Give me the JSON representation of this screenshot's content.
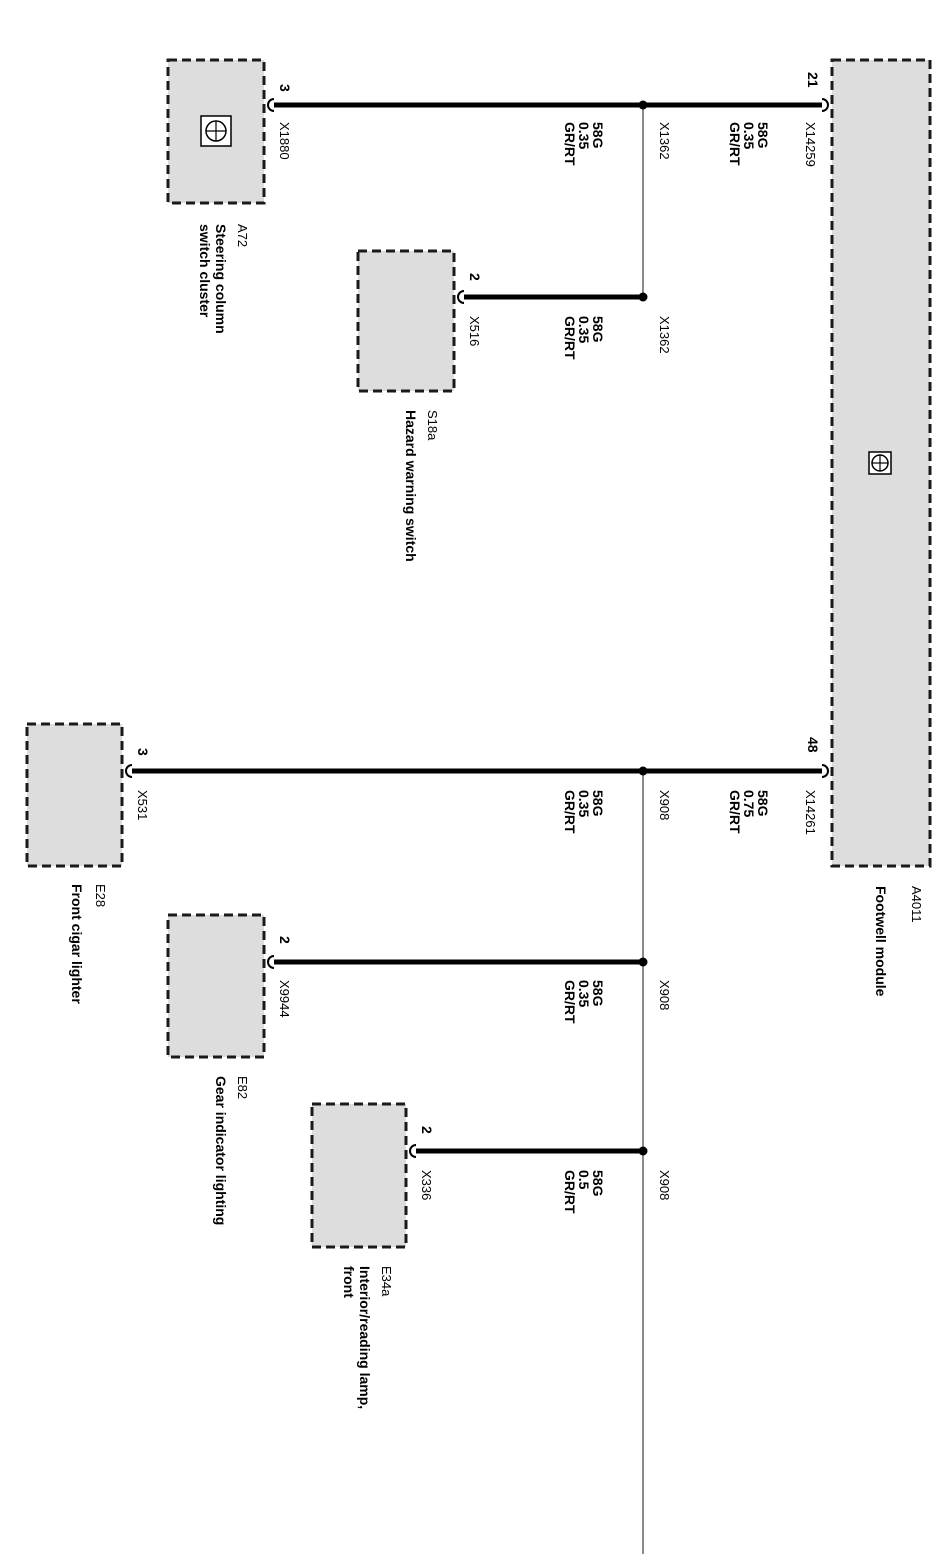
{
  "footwell_module": {
    "id": "A4011",
    "name": "Footwell module"
  },
  "components": {
    "a72": {
      "id": "A72",
      "name_line1": "Steering column",
      "name_line2": "switch cluster",
      "connector": "X1880",
      "pin": "3"
    },
    "s18a": {
      "id": "S18a",
      "name": "Hazard warning switch",
      "connector": "X516",
      "pin": "2"
    },
    "e28": {
      "id": "E28",
      "name": "Front cigar lighter",
      "connector": "X531",
      "pin": "3"
    },
    "e82": {
      "id": "E82",
      "name": "Gear indicator lighting",
      "connector": "X9944",
      "pin": "2"
    },
    "e34a": {
      "id": "E34a",
      "name_line1": "Interior/reading lamp,",
      "name_line2": "front",
      "connector": "X336",
      "pin": "2"
    }
  },
  "module_pins": {
    "p21": {
      "pin": "21",
      "connector": "X14259",
      "signal": "58G",
      "size": "0.35",
      "color": "GR/RT"
    },
    "p48": {
      "pin": "48",
      "connector": "X14261",
      "signal": "58G",
      "size": "0.75",
      "color": "GR/RT"
    }
  },
  "splices": {
    "x1362_a": {
      "connector": "X1362"
    },
    "x1362_b": {
      "connector": "X1362"
    },
    "x908_a": {
      "connector": "X908"
    },
    "x908_b": {
      "connector": "X908"
    },
    "x908_c": {
      "connector": "X908"
    }
  },
  "branch_wires": {
    "a72": {
      "signal": "58G",
      "size": "0.35",
      "color": "GR/RT"
    },
    "s18a": {
      "signal": "58G",
      "size": "0.35",
      "color": "GR/RT"
    },
    "e28": {
      "signal": "58G",
      "size": "0.35",
      "color": "GR/RT"
    },
    "e82": {
      "signal": "58G",
      "size": "0.35",
      "color": "GR/RT"
    },
    "e34a": {
      "signal": "58G",
      "size": "0.5",
      "color": "GR/RT"
    }
  }
}
